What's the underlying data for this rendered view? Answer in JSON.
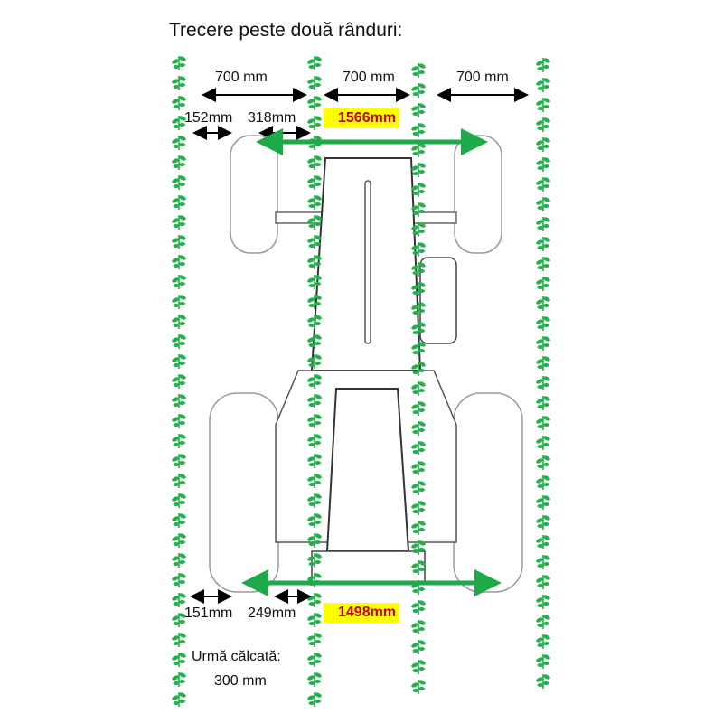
{
  "title": "Trecere peste două rânduri:",
  "row_spacings": [
    "700 mm",
    "700 mm",
    "700 mm"
  ],
  "front": {
    "offset_a": "152mm",
    "offset_b": "318mm",
    "track": "1566mm"
  },
  "rear": {
    "offset_a": "151mm",
    "offset_b": "249mm",
    "track": "1498mm"
  },
  "footprint": {
    "label": "Urmă călcată:",
    "value": "300 mm"
  },
  "colors": {
    "plant": "#22b04b",
    "track_arrow": "#1faa4a",
    "highlight": "#ffff00",
    "highlight_text": "#c00000",
    "tractor": "#9a9a9a"
  }
}
